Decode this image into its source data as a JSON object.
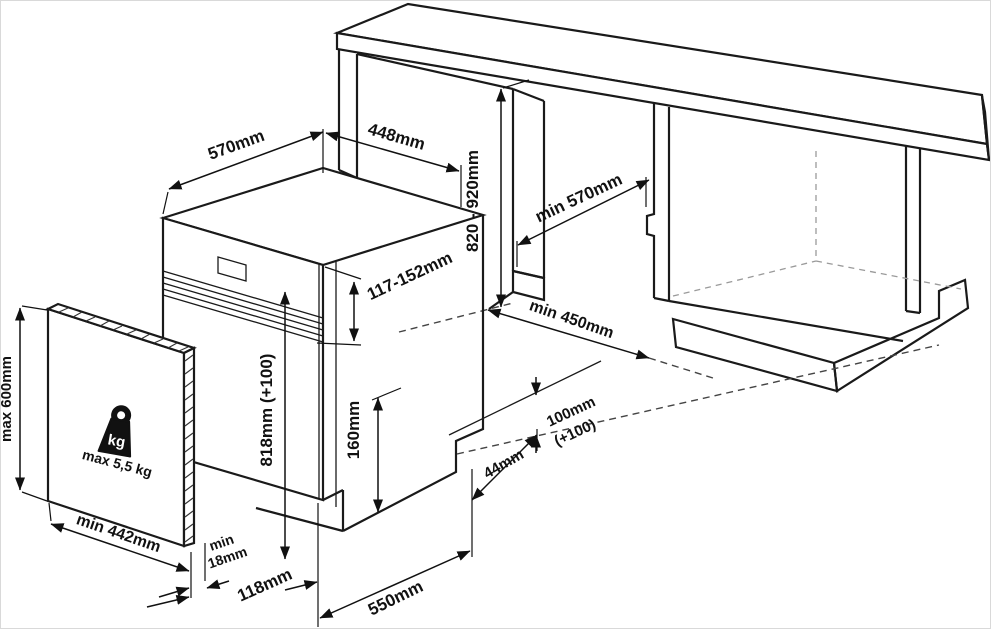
{
  "diagram": {
    "kind": "dishwasher-built-under-installation-dimensions",
    "colors": {
      "line": "#1a1a1a",
      "background": "#ffffff",
      "hidden_line": "#9a9a9a"
    },
    "dimensions": {
      "top_width": "570mm",
      "niche_width": "448mm",
      "niche_height": "820 - 920mm",
      "niche_depth": "min 570mm",
      "control_band_height": "117-152mm",
      "body_height": "818mm (+100)",
      "rear_clearance": "160mm",
      "panel_height_max": "max 600mm",
      "panel_weight_max": "max 5,5 kg",
      "panel_width_min": "min 442mm",
      "panel_thickness_line1": "min",
      "panel_thickness_line2": "18mm",
      "plinth_recess": "118mm",
      "base_depth": "550mm",
      "rear_gap": "44mm",
      "hose_clearance_line1": "100mm",
      "hose_clearance_line2": "(+100)",
      "door_open_clearance": "min 450mm",
      "weight_icon_label": "kg"
    }
  }
}
